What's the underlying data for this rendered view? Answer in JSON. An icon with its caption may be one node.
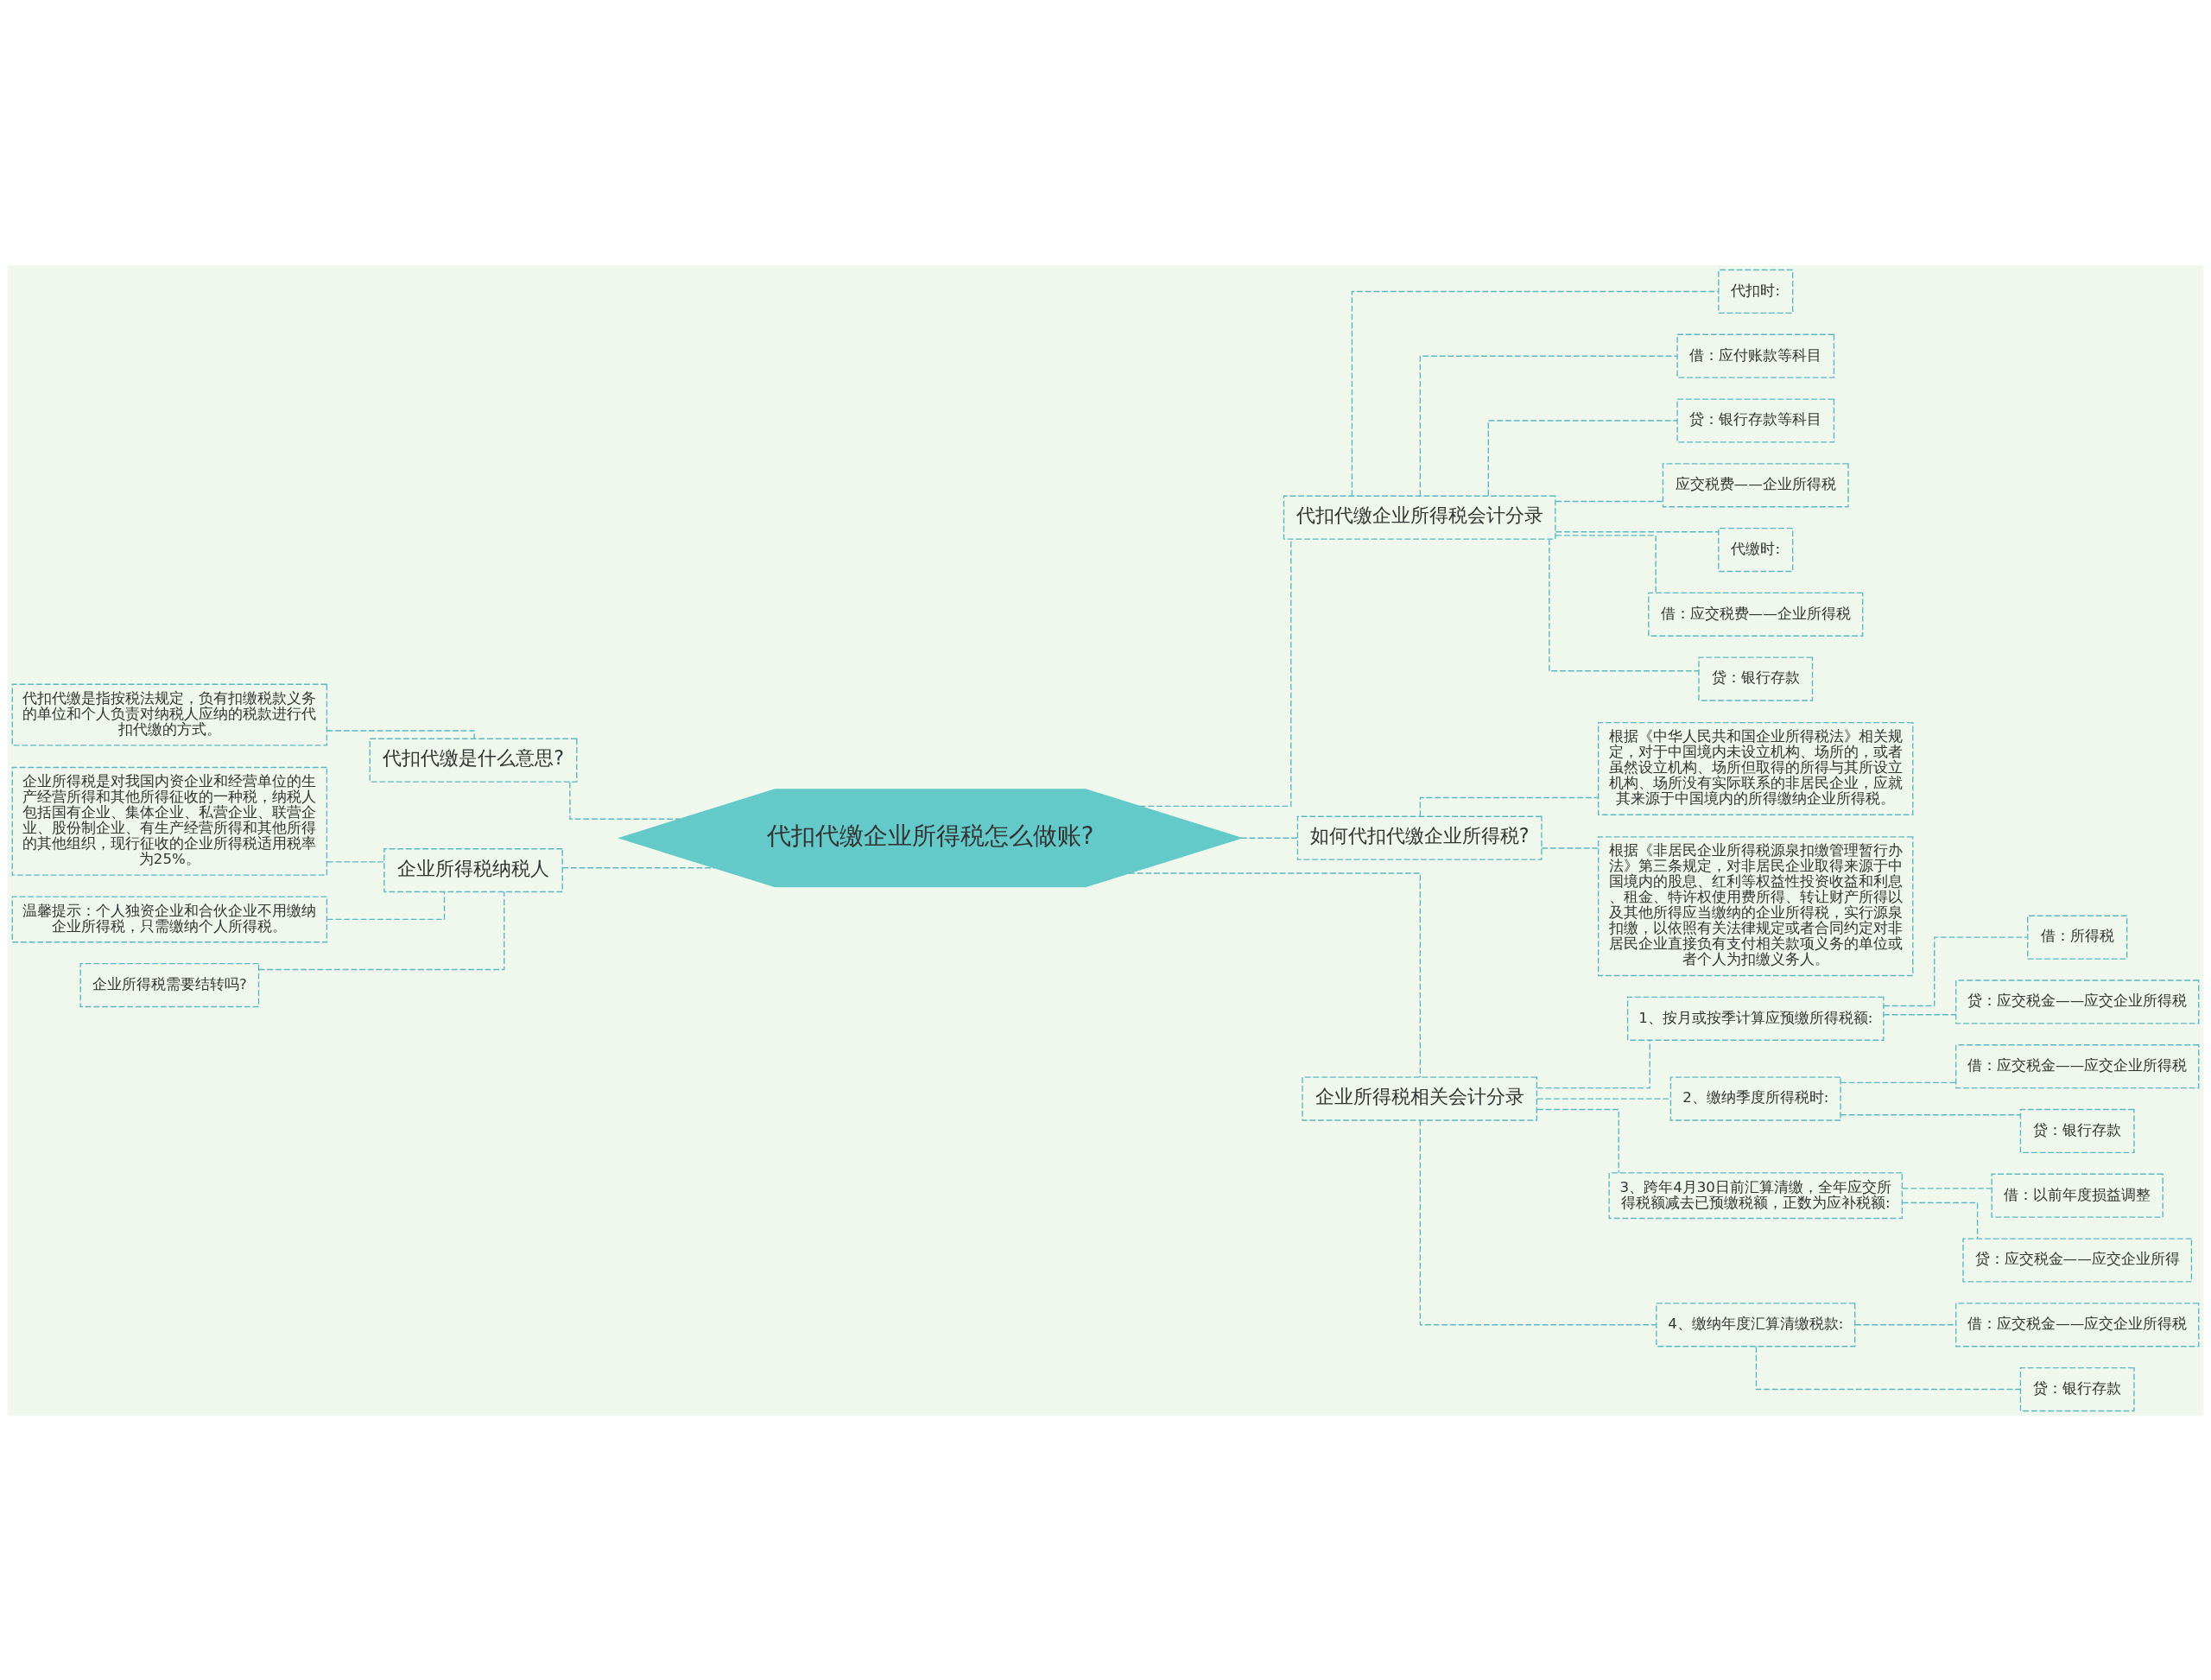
{
  "diagram": {
    "nodes": [
      {
        "text": [
          "代扣代缴企业所得税怎么做账?"
        ]
      },
      {
        "text": [
          "代扣代缴企业所得税会计分录"
        ]
      },
      {
        "text": [
          "代扣时:"
        ]
      },
      {
        "text": [
          "借：应付账款等科目"
        ]
      },
      {
        "text": [
          "贷：银行存款等科目"
        ]
      },
      {
        "text": [
          "应交税费——企业所得税"
        ]
      },
      {
        "text": [
          "代缴时:"
        ]
      },
      {
        "text": [
          "借：应交税费——企业所得税"
        ]
      },
      {
        "text": [
          "贷：银行存款"
        ]
      },
      {
        "text": [
          "如何代扣代缴企业所得税?"
        ]
      },
      {
        "text": [
          "根据《中华人民共和国企业所得税法》相关规定，对于中国境内未设立机构、场所的，或者虽然设立机构、场所但取得的所得与其所设立机构、场所没有实际联系的非居民企业，应就其来源于中国境内的所得缴纳企业所得税。"
        ]
      },
      {
        "text": [
          "根据《非居民企业所得税源泉扣缴管理暂行办法》第三条规定，对非居民企业取得来源于中国境内的股息、红利等权益性投资收益和利息、租金、特许权使用费所得、转让财产所得以及其他所得应当缴纳的企业所得税，实行源泉扣缴，以依照有关法律规定或者合同约定对非居民企业直接负有支付相关款项义务的单位或者个人为扣缴义务人。"
        ]
      },
      {
        "text": [
          "企业所得税相关会计分录"
        ]
      },
      {
        "text": [
          "1、按月或按季计算应预缴所得税额:"
        ]
      },
      {
        "text": [
          "借：所得税"
        ]
      },
      {
        "text": [
          "贷：应交税金——应交企业所得税"
        ]
      },
      {
        "text": [
          "2、缴纳季度所得税时:"
        ]
      },
      {
        "text": [
          "借：应交税金——应交企业所得税"
        ]
      },
      {
        "text": [
          "贷：银行存款"
        ]
      },
      {
        "text": [
          "3、跨年4月30日前汇算清缴，全年应交所得税额减去已预缴税额，正数为应补税额:"
        ]
      },
      {
        "text": [
          "借：以前年度损益调整"
        ]
      },
      {
        "text": [
          "贷：应交税金——应交企业所得"
        ]
      },
      {
        "text": [
          "4、缴纳年度汇算清缴税款:"
        ]
      },
      {
        "text": [
          "借：应交税金——应交企业所得税"
        ]
      },
      {
        "text": [
          "贷：银行存款"
        ]
      },
      {
        "text": [
          "代扣代缴是什么意思?"
        ]
      },
      {
        "text": [
          "代扣代缴是指按税法规定，负有扣缴税款义务的单位和个人负责对纳税人应纳的税款进行代扣代缴的方式。"
        ]
      },
      {
        "text": [
          "企业所得税纳税人"
        ]
      },
      {
        "text": [
          "企业所得税是对我国内资企业和经营单位的生产经营所得和其他所得征收的一种税，纳税人包括国有企业、集体企业、私营企业、联营企业、股份制企业、有生产经营所得和其他所得的其他组织，现行征收的企业所得税适用税率为25%。"
        ]
      },
      {
        "text": [
          "温馨提示：个人独资企业和合伙企业不用缴纳企业所得税，只需缴纳个人所得税。"
        ]
      },
      {
        "text": [
          "企业所得税需要结转吗?"
        ]
      }
    ],
    "edges": [
      {
        "from": 0,
        "to": 1,
        "arrow": "none",
        "style": "dashed"
      },
      {
        "from": 1,
        "to": 2,
        "arrow": "none",
        "style": "dashed"
      },
      {
        "from": 1,
        "to": 3,
        "arrow": "none",
        "style": "dashed"
      },
      {
        "from": 1,
        "to": 4,
        "arrow": "none",
        "style": "dashed"
      },
      {
        "from": 1,
        "to": 5,
        "arrow": "none",
        "style": "dashed"
      },
      {
        "from": 1,
        "to": 6,
        "arrow": "none",
        "style": "dashed"
      },
      {
        "from": 1,
        "to": 7,
        "arrow": "none",
        "style": "dashed"
      },
      {
        "from": 1,
        "to": 8,
        "arrow": "none",
        "style": "dashed"
      },
      {
        "from": 0,
        "to": 9,
        "arrow": "none",
        "style": "dashed"
      },
      {
        "from": 9,
        "to": 10,
        "arrow": "none",
        "style": "dashed"
      },
      {
        "from": 9,
        "to": 11,
        "arrow": "none",
        "style": "dashed"
      },
      {
        "from": 0,
        "to": 12,
        "arrow": "none",
        "style": "dashed"
      },
      {
        "from": 12,
        "to": 13,
        "arrow": "none",
        "style": "dashed"
      },
      {
        "from": 13,
        "to": 14,
        "arrow": "none",
        "style": "dashed"
      },
      {
        "from": 13,
        "to": 15,
        "arrow": "none",
        "style": "dashed"
      },
      {
        "from": 12,
        "to": 16,
        "arrow": "none",
        "style": "dashed"
      },
      {
        "from": 16,
        "to": 17,
        "arrow": "none",
        "style": "dashed"
      },
      {
        "from": 16,
        "to": 18,
        "arrow": "none",
        "style": "dashed"
      },
      {
        "from": 12,
        "to": 19,
        "arrow": "none",
        "style": "dashed"
      },
      {
        "from": 19,
        "to": 20,
        "arrow": "none",
        "style": "dashed"
      },
      {
        "from": 19,
        "to": 21,
        "arrow": "none",
        "style": "dashed"
      },
      {
        "from": 12,
        "to": 22,
        "arrow": "none",
        "style": "dashed"
      },
      {
        "from": 22,
        "to": 23,
        "arrow": "none",
        "style": "dashed"
      },
      {
        "from": 22,
        "to": 24,
        "arrow": "none",
        "style": "dashed"
      },
      {
        "from": 0,
        "to": 25,
        "arrow": "none",
        "style": "dashed"
      },
      {
        "from": 25,
        "to": 26,
        "arrow": "none",
        "style": "dashed"
      },
      {
        "from": 0,
        "to": 27,
        "arrow": "none",
        "style": "dashed"
      },
      {
        "from": 27,
        "to": 28,
        "arrow": "none",
        "style": "dashed"
      },
      {
        "from": 27,
        "to": 29,
        "arrow": "none",
        "style": "dashed"
      },
      {
        "from": 27,
        "to": 30,
        "arrow": "none",
        "style": "dashed"
      }
    ]
  }
}
